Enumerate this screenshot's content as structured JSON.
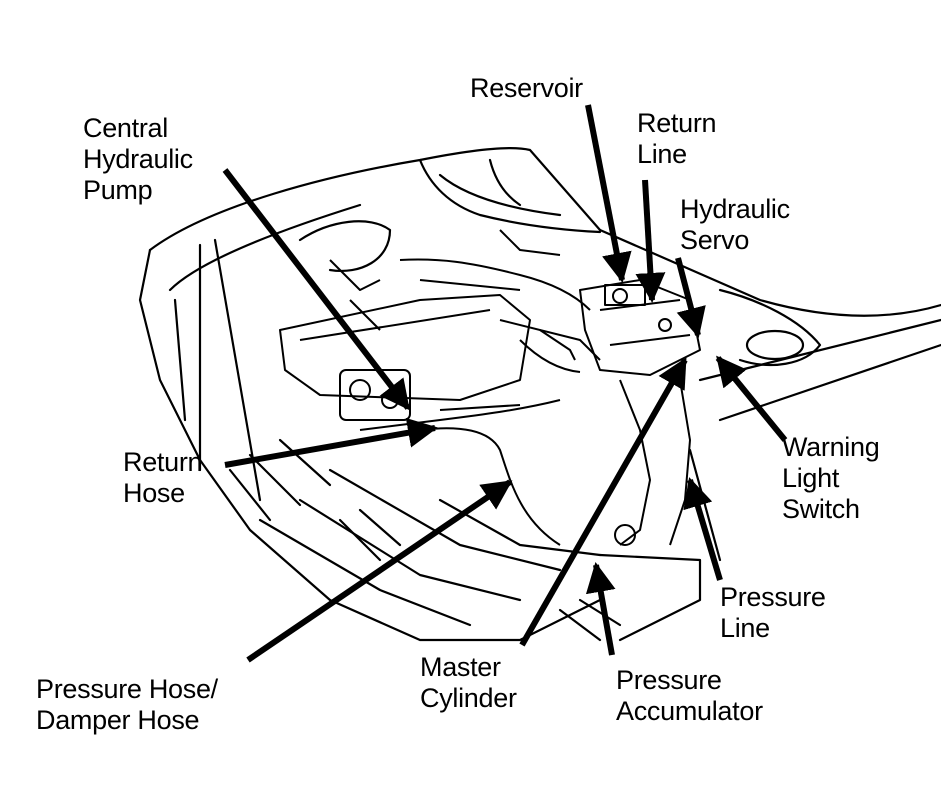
{
  "colors": {
    "ink": "#000000",
    "paper": "#ffffff"
  },
  "labels": {
    "reservoir": [
      "Reservoir"
    ],
    "central_pump": [
      "Central",
      "Hydraulic",
      "Pump"
    ],
    "return_line": [
      "Return",
      "Line"
    ],
    "hydraulic_servo": [
      "Hydraulic",
      "Servo"
    ],
    "warning_switch": [
      "Warning",
      "Light",
      "Switch"
    ],
    "return_hose": [
      "Return",
      "Hose"
    ],
    "pressure_line": [
      "Pressure",
      "Line"
    ],
    "pressure_damper_hose": [
      "Pressure Hose/",
      "Damper Hose"
    ],
    "master_cylinder": [
      "Master",
      "Cylinder"
    ],
    "pressure_accumulator": [
      "Pressure",
      "Accumulator"
    ]
  }
}
